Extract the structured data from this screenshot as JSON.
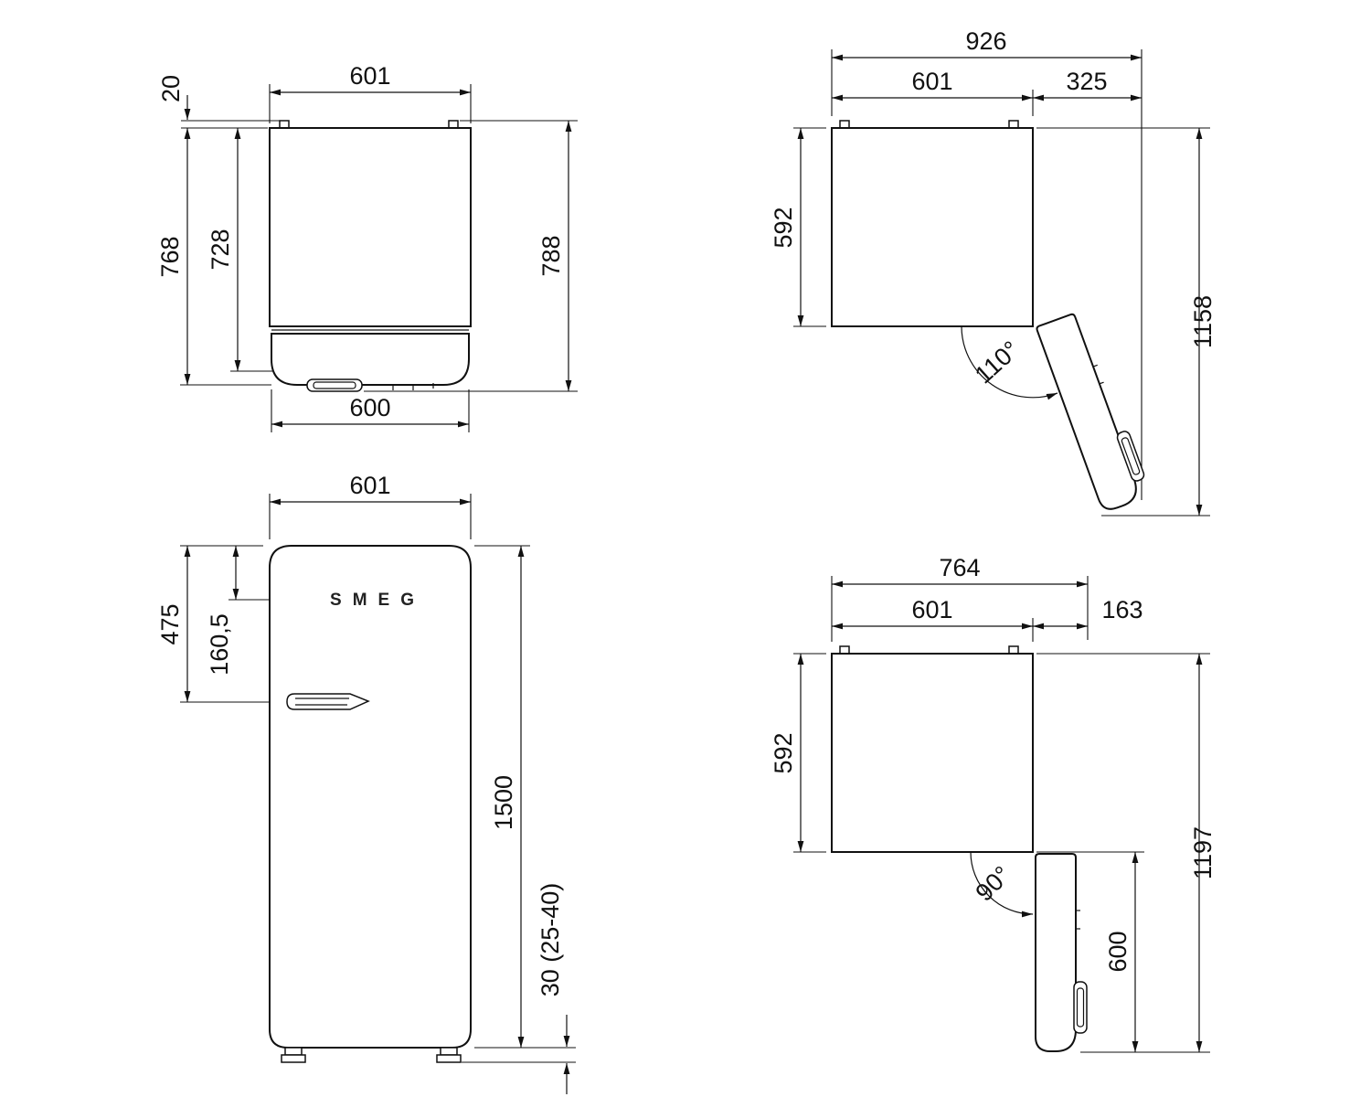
{
  "diagram": {
    "views": {
      "plan_closed": {
        "dims": {
          "width_top": "601",
          "rear_spacer": "20",
          "depth_body": "768",
          "depth_cabinet": "728",
          "depth_overall": "788",
          "width_door": "600"
        }
      },
      "plan_open_110": {
        "dims": {
          "overall_width": "926",
          "cabinet_width": "601",
          "door_swing_side": "325",
          "cabinet_depth": "592",
          "overall_depth": "1158",
          "door_angle": "110°"
        }
      },
      "front": {
        "logo": "SMEG",
        "dims": {
          "width": "601",
          "handle_from_top": "475",
          "logo_from_top": "160,5",
          "height": "1500",
          "feet_height": "30 (25-40)"
        }
      },
      "plan_open_90": {
        "dims": {
          "overall_width": "764",
          "cabinet_width": "601",
          "door_swing_side": "163",
          "cabinet_depth": "592",
          "overall_depth": "1197",
          "door_projection": "600",
          "door_angle": "90°"
        }
      }
    },
    "colors": {
      "line": "#111111",
      "background": "#ffffff"
    }
  }
}
